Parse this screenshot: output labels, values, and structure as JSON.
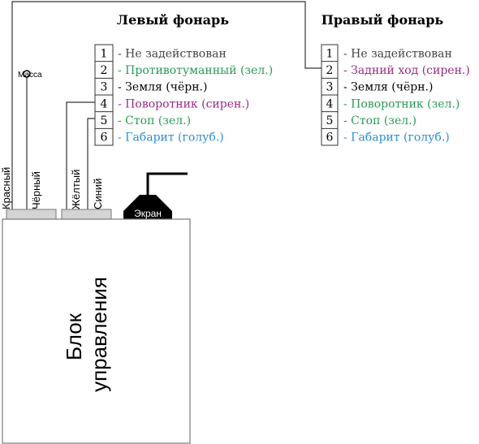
{
  "left_lamp": {
    "title": "Левый фонарь",
    "pins": [
      {
        "num": "1",
        "label": "- Не задействован",
        "color": "#444444"
      },
      {
        "num": "2",
        "label": "- Противотуманный (зел.)",
        "color": "#2a9a55"
      },
      {
        "num": "3",
        "label": "- Земля (чёрн.)",
        "color": "#000000"
      },
      {
        "num": "4",
        "label": "- Поворотник (сирен.)",
        "color": "#9b2a82"
      },
      {
        "num": "5",
        "label": "- Стоп (зел.)",
        "color": "#2a9a55"
      },
      {
        "num": "6",
        "label": "- Габарит (голуб.)",
        "color": "#2b8fd1"
      }
    ]
  },
  "right_lamp": {
    "title": "Правый фонарь",
    "pins": [
      {
        "num": "1",
        "label": "- Не задействован",
        "color": "#444444"
      },
      {
        "num": "2",
        "label": "- Задний ход (сирен.)",
        "color": "#9b2a82"
      },
      {
        "num": "3",
        "label": "- Земля (чёрн.)",
        "color": "#000000"
      },
      {
        "num": "4",
        "label": "- Поворотник (зел.)",
        "color": "#2a9a55"
      },
      {
        "num": "5",
        "label": "- Стоп (зел.)",
        "color": "#2a9a55"
      },
      {
        "num": "6",
        "label": "- Габарит (голуб.)",
        "color": "#2b8fd1"
      }
    ]
  },
  "wires": {
    "ground_label": "Масса",
    "red": "Красный",
    "black": "Чёрный",
    "yellow": "Жёлтый",
    "blue": "Синий"
  },
  "screen_label": "Экран",
  "control_unit": {
    "line1": "Блок",
    "line2": "управления"
  }
}
